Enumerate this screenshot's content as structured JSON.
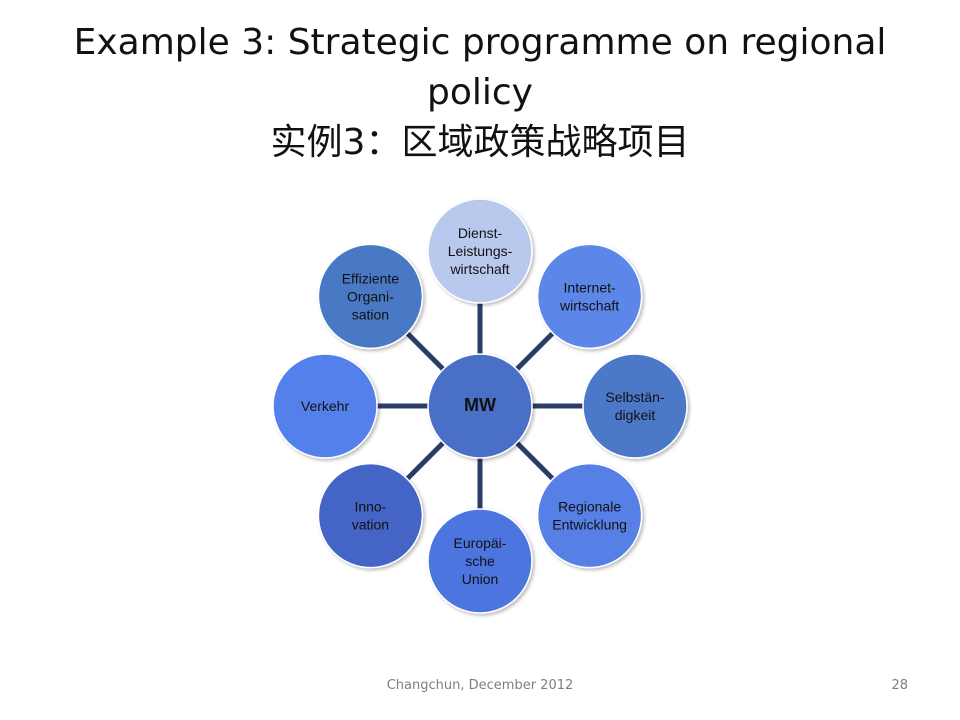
{
  "slide": {
    "title_line1": "Example 3: Strategic programme on regional",
    "title_line2": "policy",
    "title_line3": "实例3：区域政策战略项目"
  },
  "diagram": {
    "center": {
      "label": "MW",
      "color": "#4a6fc6"
    },
    "spokes": [
      {
        "id": "dienstleistungswirtschaft",
        "lines": [
          "Dienst-",
          "Leistungs-",
          "wirtschaft"
        ],
        "color": "#b9c9ee"
      },
      {
        "id": "internetwirtschaft",
        "lines": [
          "Internet-",
          "wirtschaft"
        ],
        "color": "#5b87e8"
      },
      {
        "id": "selbstaendigkeit",
        "lines": [
          "Selbstän-",
          "digkeit"
        ],
        "color": "#4c79c8"
      },
      {
        "id": "regionale-entwicklung",
        "lines": [
          "Regionale",
          "Entwicklung"
        ],
        "color": "#5680e6"
      },
      {
        "id": "europaeische-union",
        "lines": [
          "Europäi-",
          "sche",
          "Union"
        ],
        "color": "#4d74e0"
      },
      {
        "id": "innovation",
        "lines": [
          "Inno-",
          "vation"
        ],
        "color": "#4565c6"
      },
      {
        "id": "verkehr",
        "lines": [
          "Verkehr"
        ],
        "color": "#5280ea"
      },
      {
        "id": "effiziente-organisation",
        "lines": [
          "Effiziente",
          "Organi-",
          "sation"
        ],
        "color": "#4a78c4"
      }
    ],
    "connector_color": "#2b3d66"
  },
  "footer": {
    "text": "Changchun, December 2012",
    "page": "28"
  }
}
